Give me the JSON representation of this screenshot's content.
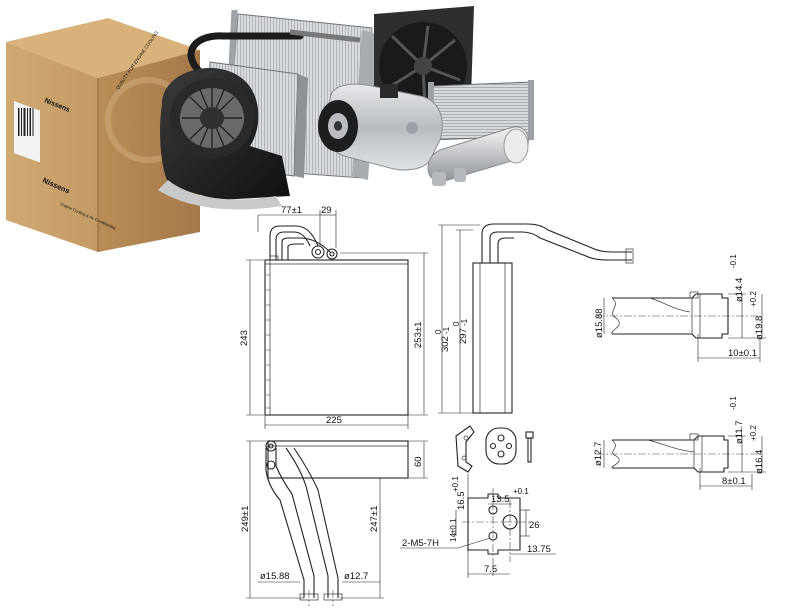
{
  "brand": {
    "box_logo_top": "Nissens",
    "box_logo_side": "Nissens",
    "box_tagline": "Engine Cooling & Air Conditioning",
    "stamp_text": "QUALITY FOR ENGINE COOLING"
  },
  "colors": {
    "cardboard": "#c49a63",
    "cardboard_dark": "#a77d4a",
    "metal": "#c9ccd0",
    "blue_logo": "#2a4fa3",
    "line": "#222222"
  },
  "drawing": {
    "front_view": {
      "top_width": "77±1",
      "pipe_gap": "29",
      "height_left": "243",
      "height_right": "253±1",
      "width_bottom": "225"
    },
    "side_view": {
      "height_total": "302",
      "height_total_tol_upper": "0",
      "height_total_tol_lower": "-1",
      "height_core": "297",
      "height_core_tol_upper": "0",
      "height_core_tol_lower": "-1"
    },
    "pipe_view": {
      "height_60": "60",
      "length_left": "249±1",
      "length_right": "247±1",
      "dia_left": "ø15.88",
      "dia_right": "ø12.7"
    },
    "fitting_upper": {
      "dia_left": "ø15.88",
      "dia_a": "ø14.4",
      "dia_a_tol": "-0.1",
      "dia_b": "ø19.8",
      "dia_b_tol": "+0.2",
      "length": "10±0.1"
    },
    "fitting_lower": {
      "dia_left": "ø12.7",
      "dia_a": "ø11.7",
      "dia_a_tol": "-0.1",
      "dia_b": "ø16.4",
      "dia_b_tol": "+0.2",
      "length": "8±0.1"
    },
    "flange": {
      "dim_16_5": "16.5",
      "dim_16_5_tol": "+0.1",
      "dim_13_5": "13.5",
      "dim_13_5_tol": "+0.1",
      "dim_14": "14",
      "dim_14_tol": "±0.1",
      "dim_26": "26",
      "dim_13_75": "13.75",
      "dim_7_5": "7.5",
      "thread": "2-M5-7H"
    }
  }
}
